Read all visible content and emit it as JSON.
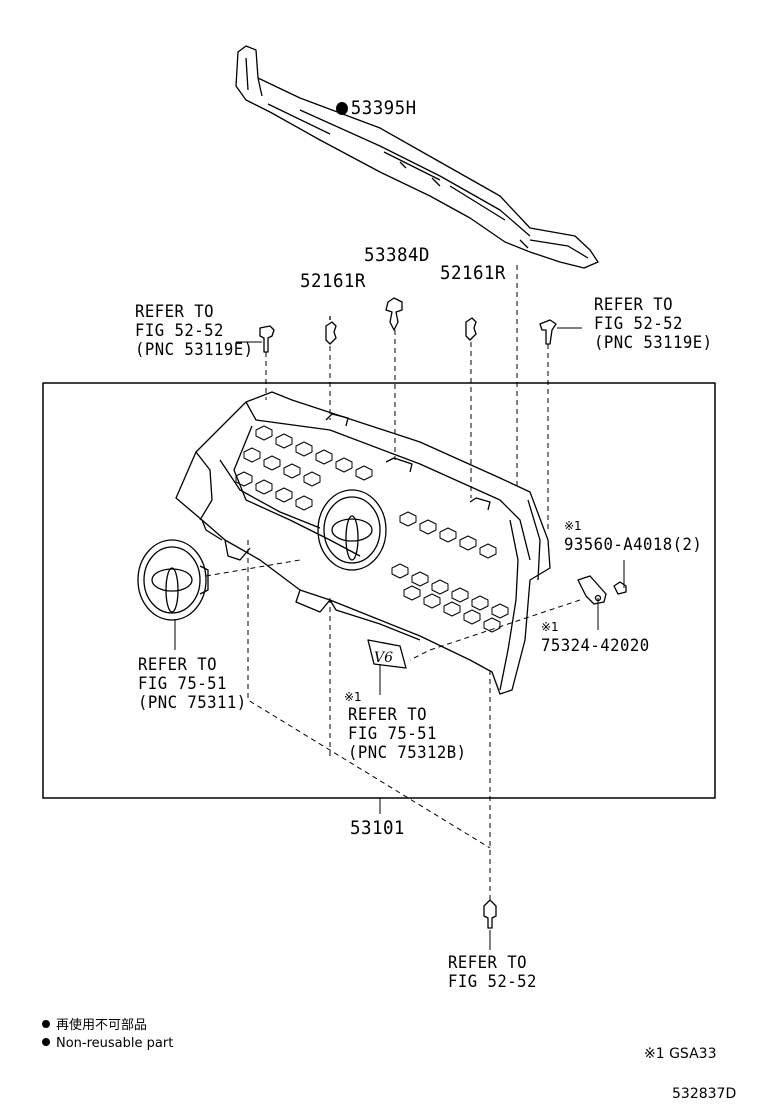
{
  "labels": {
    "retainer_upper": "53395H",
    "clip_center": "53384D",
    "clip_left": "52161R",
    "clip_right": "52161R",
    "refer_left_1": "REFER TO",
    "refer_left_2": "FIG 52-52",
    "refer_left_3": "(PNC 53119E)",
    "refer_right_1": "REFER TO",
    "refer_right_2": "FIG 52-52",
    "refer_right_3": "(PNC 53119E)",
    "note_mark_1": "※1",
    "screw": "93560-A4018(2)",
    "note_mark_2": "※1",
    "bracket": "75324-42020",
    "emblem_1": "REFER TO",
    "emblem_2": "FIG 75-51",
    "emblem_3": "(PNC 75311)",
    "note_mark_3": "※1",
    "v6_1": "REFER TO",
    "v6_2": "FIG 75-51",
    "v6_3": "(PNC 75312B)",
    "grille": "53101",
    "bottom_1": "REFER TO",
    "bottom_2": "FIG 52-52"
  },
  "legend": {
    "jp": "再使用不可部品",
    "en": "Non-reusable part",
    "variant": "※1 GSA33",
    "code": "532837D"
  },
  "colors": {
    "line": "#000000",
    "background": "#ffffff"
  }
}
